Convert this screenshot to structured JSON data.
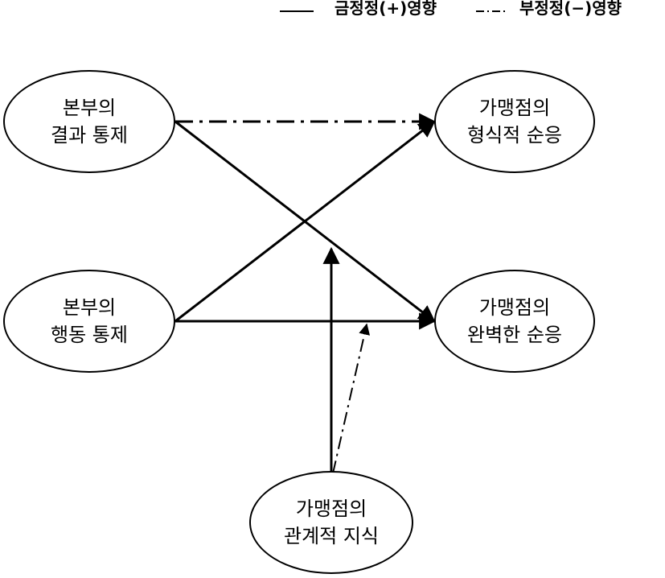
{
  "legend": {
    "positive_label": "금정정(+)영향",
    "negative_label": "부정정(−)영향"
  },
  "nodes": {
    "hq_outcome_control": {
      "line1": "본부의",
      "line2": "결과 통제"
    },
    "hq_behavior_control": {
      "line1": "본부의",
      "line2": "행동 통제"
    },
    "franchisee_formal_compliance": {
      "line1": "가맹점의",
      "line2": "형식적 순응"
    },
    "franchisee_complete_compliance": {
      "line1": "가맹점의",
      "line2": "완벽한 순응"
    },
    "franchisee_relational_knowledge": {
      "line1": "가맹점의",
      "line2": "관계적 지식"
    }
  },
  "relationships": [
    {
      "from": "hq_outcome_control",
      "to": "franchisee_formal_compliance",
      "effect": "negative"
    },
    {
      "from": "hq_outcome_control",
      "to": "franchisee_complete_compliance",
      "effect": "positive"
    },
    {
      "from": "hq_behavior_control",
      "to": "franchisee_formal_compliance",
      "effect": "positive"
    },
    {
      "from": "hq_behavior_control",
      "to": "franchisee_complete_compliance",
      "effect": "positive"
    },
    {
      "from": "franchisee_relational_knowledge",
      "to": "hq_outcome_control->franchisee_complete_compliance",
      "effect": "positive",
      "type": "moderation"
    },
    {
      "from": "franchisee_relational_knowledge",
      "to": "hq_behavior_control->franchisee_complete_compliance",
      "effect": "negative",
      "type": "moderation"
    }
  ],
  "colors": {
    "stroke": "#000000",
    "background": "#ffffff"
  }
}
